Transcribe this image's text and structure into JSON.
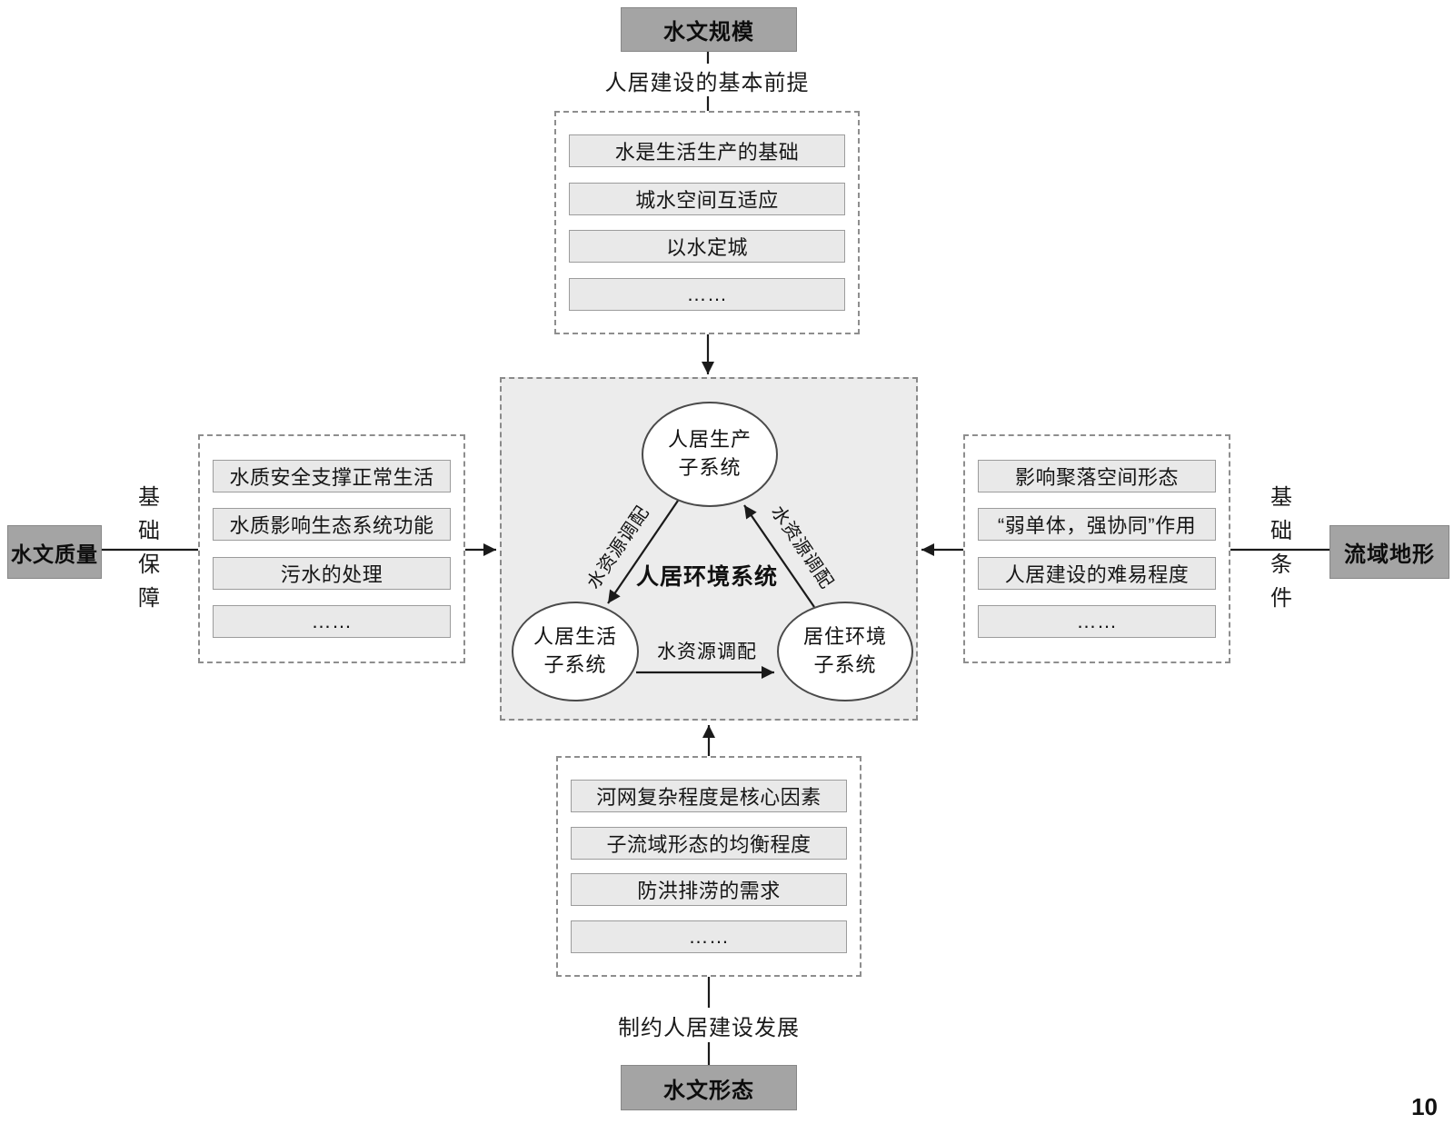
{
  "page": {
    "number": "10"
  },
  "top_flow": {
    "source": "水文规模",
    "caption": "人居建设的基本前提",
    "items": [
      "水是生活生产的基础",
      "城水空间互适应",
      "以水定城",
      "……"
    ]
  },
  "left_flow": {
    "source": "水文质量",
    "caption": "基础保障",
    "items": [
      "水质安全支撑正常生活",
      "水质影响生态系统功能",
      "污水的处理",
      "……"
    ]
  },
  "right_flow": {
    "source": "流域地形",
    "caption": "基础条件",
    "items": [
      "影响聚落空间形态",
      "“弱单体，强协同”作用",
      "人居建设的难易程度",
      "……"
    ]
  },
  "bottom_flow": {
    "source": "水文形态",
    "caption": "制约人居建设发展",
    "items": [
      "河网复杂程度是核心因素",
      "子流域形态的均衡程度",
      "防洪排涝的需求",
      "……"
    ]
  },
  "center_system": {
    "title": "人居环境系统",
    "node_production": "人居生产\n子系统",
    "node_living": "人居生活\n子系统",
    "node_environment": "居住环境\n子系统",
    "edge_left": "水资源调配",
    "edge_right": "水资源调配",
    "edge_bottom": "水资源调配"
  }
}
